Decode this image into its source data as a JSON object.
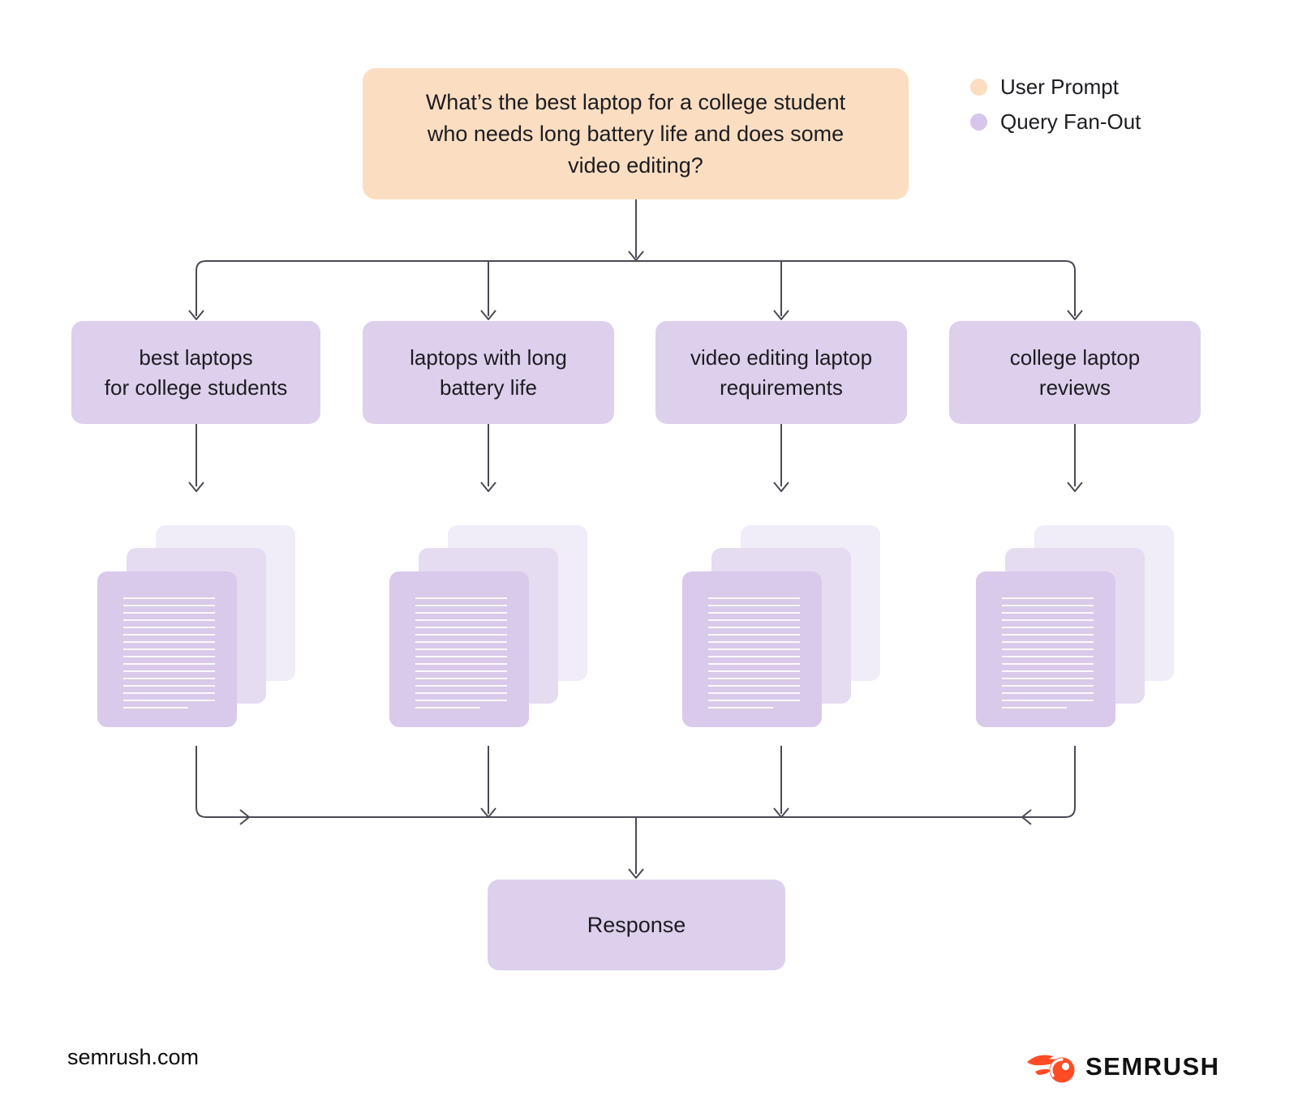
{
  "diagram": {
    "user_prompt": {
      "line1": "What’s the best laptop for a college student",
      "line2": "who needs long battery life and does some",
      "line3": "video editing?"
    },
    "legend": {
      "items": [
        {
          "label": "User Prompt",
          "color": "#FBDDC0"
        },
        {
          "label": "Query Fan-Out",
          "color": "#D7C6EC"
        }
      ]
    },
    "queries": [
      {
        "line1": "best laptops",
        "line2": "for college students"
      },
      {
        "line1": "laptops with long",
        "line2": "battery life"
      },
      {
        "line1": "video editing laptop",
        "line2": "requirements"
      },
      {
        "line1": "college laptop",
        "line2": "reviews"
      }
    ],
    "response_label": "Response",
    "icons": {
      "documents": "stacked-document-pages",
      "arrows": "fan-out-and-merge-connectors"
    },
    "colors": {
      "user_prompt_box": "#FBDEC1",
      "query_box": "#DDD0EC",
      "document_front": "#D9C9EA",
      "document_middle": "#E5DCF1",
      "document_back": "#F0ECF8",
      "arrow": "#4A4A55",
      "brand_orange": "#FF4C25"
    }
  },
  "footer": {
    "website": "semrush.com",
    "brand_name": "SEMRUSH"
  }
}
